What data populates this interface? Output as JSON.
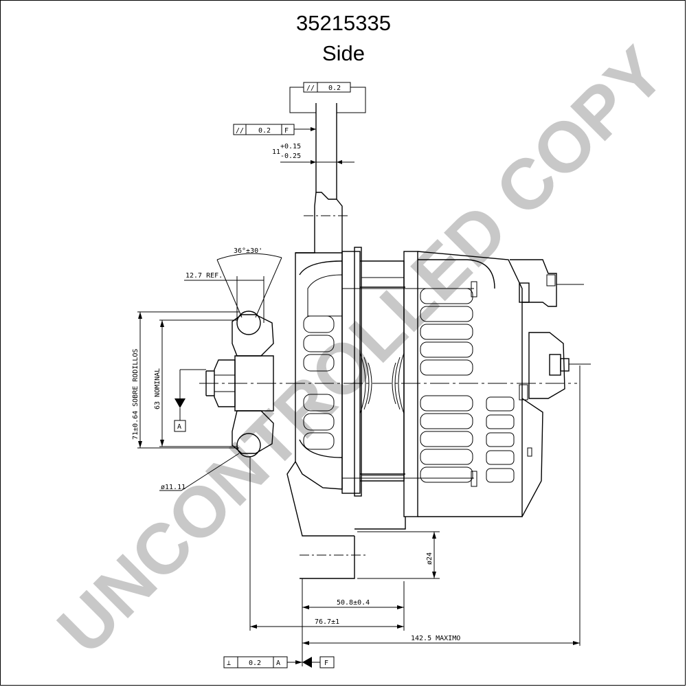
{
  "header": {
    "part_number": "35215335",
    "view": "Side"
  },
  "watermark": "UNCONTROLLED COPY",
  "dimensions": {
    "angle": "36°±30'",
    "ref": "12.7 REF.",
    "tol_top": "0.2",
    "tol_top_symbol": "//",
    "tol_f": "0.2",
    "tol_f_symbol": "//",
    "datum_f": "F",
    "thickness_plus": "+0.15",
    "thickness_base": "11",
    "thickness_minus": "-0.25",
    "rollers": "71±0.64 SOBRE RODILLOS",
    "nominal": "63 NOMINAL",
    "datum_a": "A",
    "roller_dia": "ø11.11",
    "bore": "ø24",
    "dim_508": "50.8±0.4",
    "dim_767": "76.7±1",
    "max_length": "142.5 MAXIMO",
    "bottom_tol_symbol": "⊥",
    "bottom_tol": "0.2",
    "bottom_datum_a": "A",
    "bottom_datum_f": "F"
  }
}
